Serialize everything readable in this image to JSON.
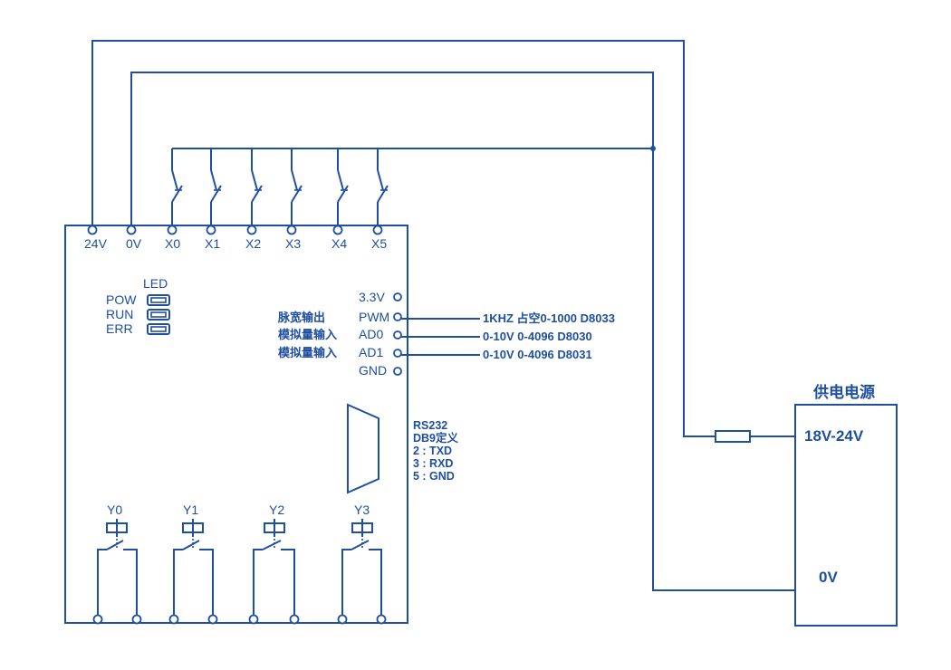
{
  "top_terminals": [
    "24V",
    "0V",
    "X0",
    "X1",
    "X2",
    "X3",
    "X4",
    "X5"
  ],
  "led": {
    "title": "LED",
    "items": [
      "POW",
      "RUN",
      "ERR"
    ]
  },
  "right_terminals": [
    "3.3V",
    "PWM",
    "AD0",
    "AD1",
    "GND"
  ],
  "functions": {
    "pwm": "脉宽输出",
    "ad0": "模拟量输入",
    "ad1": "模拟量输入"
  },
  "signals": {
    "pwm": "1KHZ 占空0-1000 D8033",
    "ad0": "0-10V 0-4096 D8030",
    "ad1": "0-10V 0-4096 D8031"
  },
  "rs232": {
    "title": "RS232",
    "subtitle": "DB9定义",
    "pins": [
      "2 : TXD",
      "3 : RXD",
      "5 : GND"
    ]
  },
  "relays": [
    "Y0",
    "Y1",
    "Y2",
    "Y3"
  ],
  "power_supply": {
    "title": "供电电源",
    "positive": "18V-24V",
    "negative": "0V"
  }
}
